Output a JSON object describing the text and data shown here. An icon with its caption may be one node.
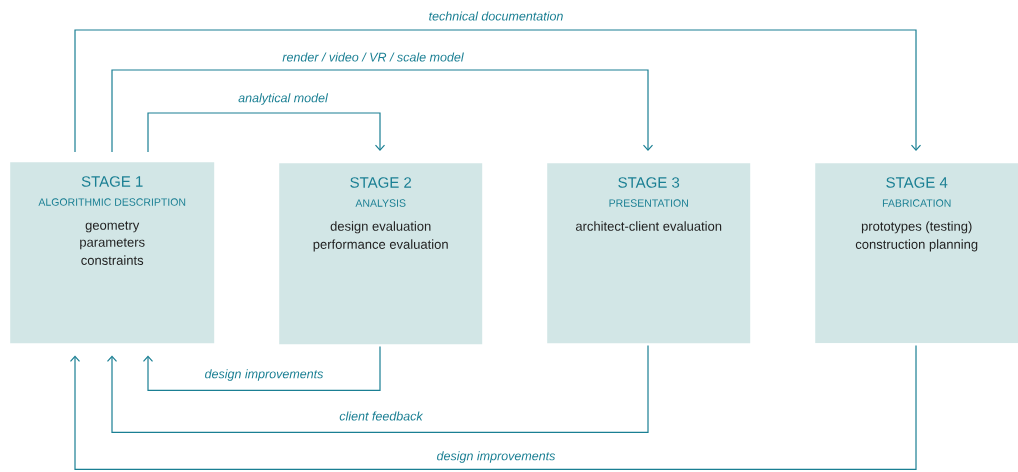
{
  "diagram": {
    "nodes": [
      {
        "text": [
          "STAGE 1",
          "ALGORITHMIC DESCRIPTION",
          "geometry",
          "parameters",
          "constraints"
        ]
      },
      {
        "text": [
          "STAGE 2",
          "ANALYSIS",
          "design evaluation",
          "performance evaluation"
        ]
      },
      {
        "text": [
          "STAGE 3",
          "PRESENTATION",
          "architect-client evaluation"
        ]
      },
      {
        "text": [
          "STAGE 4",
          "FABRICATION",
          "prototypes (testing)",
          "construction planning"
        ]
      }
    ],
    "edges": [
      {
        "from": 0,
        "to": 3,
        "arrow": "to",
        "label": "technical documentation"
      },
      {
        "from": 0,
        "to": 2,
        "arrow": "to",
        "label": "render / video / VR / scale model"
      },
      {
        "from": 0,
        "to": 1,
        "arrow": "to",
        "label": "analytical model"
      },
      {
        "from": 1,
        "to": 0,
        "arrow": "to",
        "label": "design improvements"
      },
      {
        "from": 2,
        "to": 0,
        "arrow": "to",
        "label": "client feedback"
      },
      {
        "from": 3,
        "to": 0,
        "arrow": "to",
        "label": "design improvements"
      }
    ]
  }
}
